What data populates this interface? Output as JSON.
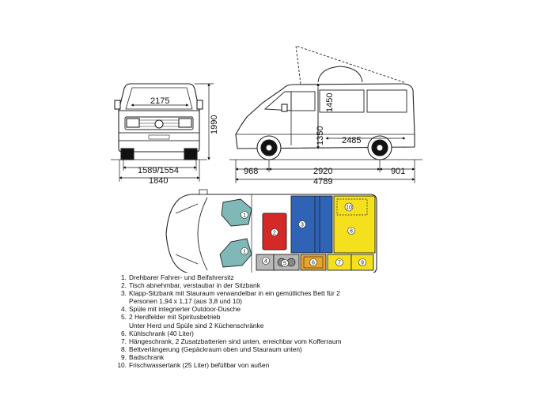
{
  "dimensions": {
    "front_track": "2175",
    "height_total": "1990",
    "track_widths": "1589/1554",
    "width_total": "1840",
    "pop_top_height": "1450",
    "height_closed": "1350",
    "wheelbase_inner": "2485",
    "overhang_front": "968",
    "wheelbase": "2920",
    "overhang_rear": "901",
    "length_total": "4789"
  },
  "plan_markers": [
    "1",
    "1",
    "2",
    "3",
    "4",
    "5",
    "6",
    "7",
    "8",
    "9",
    "10"
  ],
  "colors": {
    "seat": "#7fb8b6",
    "table": "#d42a27",
    "bench": "#2f63b5",
    "yellow": "#f4e01c",
    "orange": "#e9a52a",
    "gray": "#b8b8b8",
    "line": "#222222"
  },
  "legend": [
    {
      "num": "1.",
      "text": "Drehbarer Fahrer- und Beifahrersitz"
    },
    {
      "num": "2.",
      "text": "Tisch abnehmbar, verstaubar in der Sitzbank"
    },
    {
      "num": "3.",
      "text": "Klapp-Sitzbank mit Stauraum verwandelbar in ein gemütliches Bett für 2",
      "text2": "Personen 1,94 x 1,17 (aus 3,8 und 10)"
    },
    {
      "num": "4.",
      "text": "Spüle mit integrierter Outdoor-Dusche"
    },
    {
      "num": "5.",
      "text": "2 Herdfelder mit Spiritusbetrieb",
      "text2": "Unter Herd und Spüle sind 2 Küchenschränke"
    },
    {
      "num": "6.",
      "text": "Kühlschrank (40 Liter)"
    },
    {
      "num": "7.",
      "text": "Hängeschrank, 2 Zusatzbatterien sind unten, erreichbar vom Kofferraum"
    },
    {
      "num": "8.",
      "text": "Bettverlängerung (Gepäckraum oben und Stauraum unten)"
    },
    {
      "num": "9.",
      "text": "Badschrank"
    },
    {
      "num": "10.",
      "text": "Frischwassertank (25 Liter) befüllbar von außen"
    }
  ]
}
